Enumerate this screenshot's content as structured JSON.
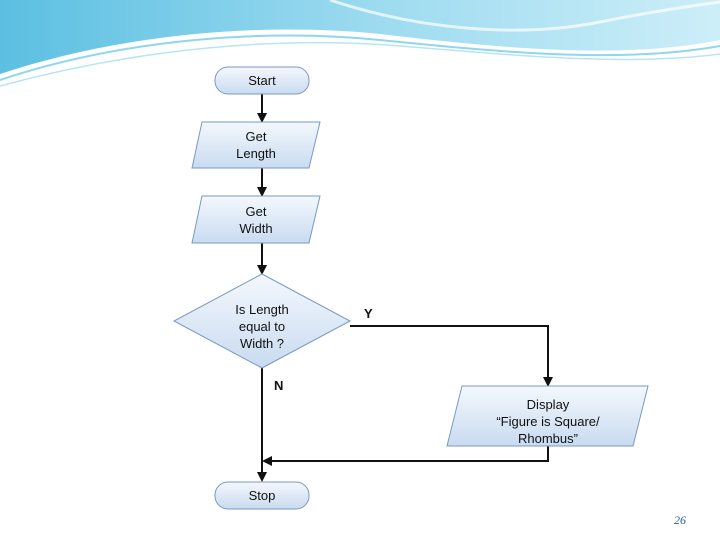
{
  "flowchart": {
    "start": "Start",
    "get_length": "Get\nLength",
    "get_width": "Get\nWidth",
    "decision": "Is Length\nequal to\nWidth ?",
    "yes_label": "Y",
    "no_label": "N",
    "display": "Display\n“Figure is Square/\nRhombus”",
    "stop": "Stop"
  },
  "page_number": "26",
  "colors": {
    "shape_fill_light": "#e9f1fb",
    "shape_fill_dark": "#c5d8ef",
    "shape_stroke": "#7a98c2",
    "connector": "#111111",
    "header_blue": "#5cc3e3"
  }
}
